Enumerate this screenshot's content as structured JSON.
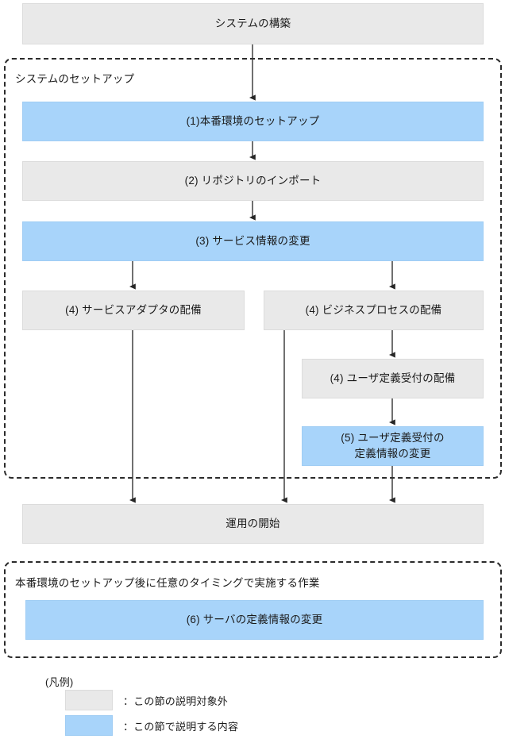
{
  "diagram": {
    "title_node": {
      "label": "システムの構築"
    },
    "groups": [
      {
        "id": "setup",
        "label": "システムのセットアップ"
      },
      {
        "id": "anytime",
        "label": "本番環境のセットアップ後に任意のタイミングで実施する作業"
      }
    ],
    "nodes": [
      {
        "id": "build",
        "label": "システムの構築",
        "style": "gray"
      },
      {
        "id": "prod-setup",
        "label": "(1)本番環境のセットアップ",
        "style": "blue"
      },
      {
        "id": "repo-import",
        "label": "(2) リポジトリのインポート",
        "style": "gray"
      },
      {
        "id": "svc-info",
        "label": "(3) サービス情報の変更",
        "style": "blue"
      },
      {
        "id": "svc-adapter",
        "label": "(4) サービスアダプタの配備",
        "style": "gray"
      },
      {
        "id": "biz-process",
        "label": "(4) ビジネスプロセスの配備",
        "style": "gray"
      },
      {
        "id": "user-accept",
        "label": "(4) ユーザ定義受付の配備",
        "style": "gray"
      },
      {
        "id": "user-def-chg",
        "label": "(5) ユーザ定義受付の\n定義情報の変更",
        "style": "blue"
      },
      {
        "id": "start-ops",
        "label": "運用の開始",
        "style": "gray"
      },
      {
        "id": "server-def",
        "label": "(6) サーバの定義情報の変更",
        "style": "blue"
      }
    ],
    "node_labels": {
      "build": "システムの構築",
      "prod_setup": "(1)本番環境のセットアップ",
      "repo_import": "(2) リポジトリのインポート",
      "svc_info": "(3) サービス情報の変更",
      "svc_adapter": "(4) サービスアダプタの配備",
      "biz_process": "(4) ビジネスプロセスの配備",
      "user_accept": "(4) ユーザ定義受付の配備",
      "user_def_chg_line1": "(5) ユーザ定義受付の",
      "user_def_chg_line2": "定義情報の変更",
      "start_ops": "運用の開始",
      "server_def": "(6) サーバの定義情報の変更"
    },
    "legend": {
      "title": "(凡例)",
      "items": [
        {
          "swatch": "gray",
          "text": "：この節の説明対象外"
        },
        {
          "swatch": "blue",
          "text": "：この節で説明する内容"
        }
      ]
    },
    "colors": {
      "gray_fill": "#E9E9E9",
      "gray_border": "#DCDCDC",
      "blue_fill": "#A8D4FA",
      "blue_border": "#A0CDF4",
      "line": "#333333",
      "dashed_border": "#2B2B2B",
      "text": "#1A1A1A",
      "background": "#FFFFFF"
    }
  }
}
